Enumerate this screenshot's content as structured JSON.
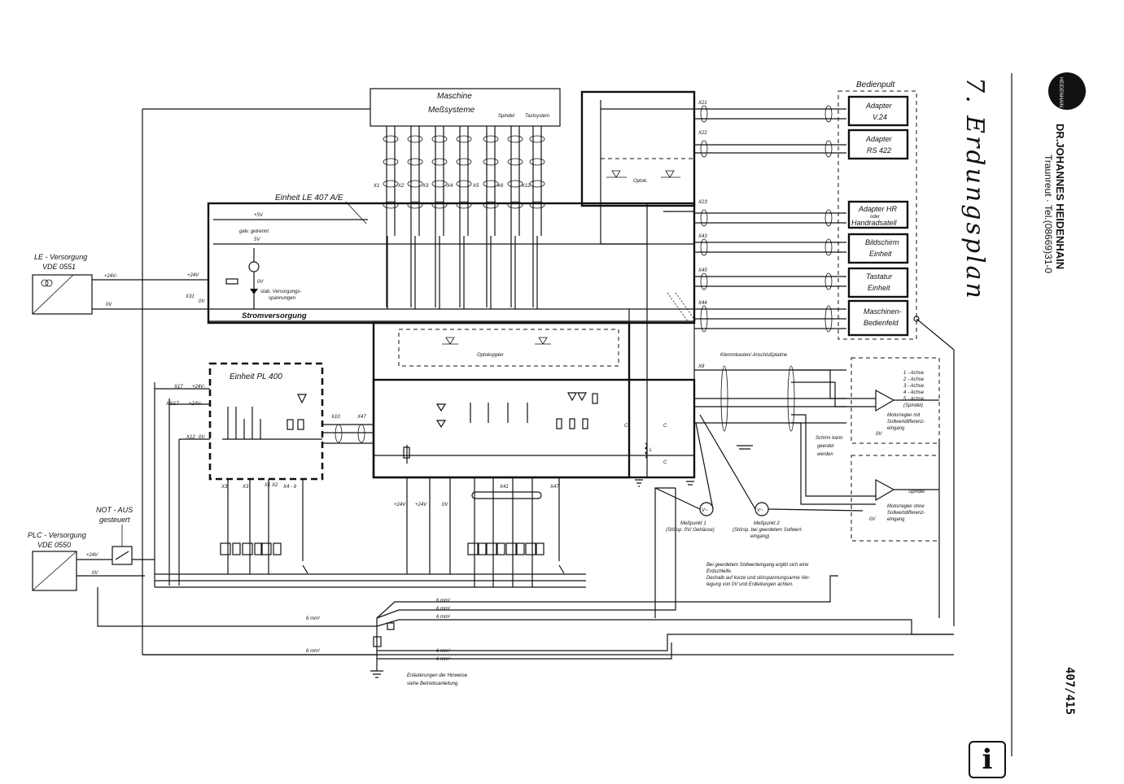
{
  "header": {
    "section_title": "7. Erdungsplan",
    "company": "DR.JOHANNES HEIDENHAIN",
    "address": "Traunreut · Tel.(08669)31-0",
    "logo_text": "HEIDENHAIN",
    "page_number": "407/415"
  },
  "blocks": {
    "machine": "Maschine",
    "measuring_systems": "Meßsysteme",
    "spindle": "Spindel",
    "touch_probe": "Tastsystem",
    "unit_le": "Einheit LE 407 A/E",
    "unit_pl": "Einheit PL 400",
    "power_supply": "Stromversorgung",
    "optocoupler": "Optokoppler",
    "optok": "Optok.",
    "operator_panel": "Bedienpult",
    "plus5v": "+5V",
    "galv": "galv. getrennt",
    "v5": "5V",
    "stab": "stab. Versorgungs-",
    "stab2": "spannungen",
    "terminal": "Klemmkasten/ Anschlußplatine"
  },
  "panel_boxes": [
    {
      "line1": "Adapter",
      "line2": "V.24"
    },
    {
      "line1": "Adapter",
      "line2": "RS 422"
    },
    {
      "line1": "Adapter HR",
      "line2": "oder",
      "line3": "Handradsatell"
    },
    {
      "line1": "Bildschirm",
      "line2": "Einheit"
    },
    {
      "line1": "Tastatur",
      "line2": "Einheit"
    },
    {
      "line1": "Maschinen-",
      "line2": "Bedienfeld"
    }
  ],
  "connectors": {
    "x1": "X1",
    "x2": "X2",
    "x3": "X3",
    "x4": "X4",
    "x5": "X5",
    "x6": "X6",
    "x12": "X12",
    "x21": "X21",
    "x22": "X22",
    "x23": "X23",
    "x43": "X43",
    "x45": "X45",
    "x44": "X44",
    "x8": "X8",
    "x31": "X31",
    "x10": "X10",
    "x47": "X47",
    "x17": "X17",
    "x3_17": "X3/17",
    "x3b": "X3",
    "x1x2": "X1 X2",
    "x4_9": "X4 - 9",
    "x12b": "X12",
    "x41": "X41",
    "x47b": "X47"
  },
  "supplies": {
    "le_title": "LE - Versorgung",
    "le_norm": "VDE 0551",
    "plc_title": "PLC - Versorgung",
    "plc_norm": "VDE 0550",
    "not_aus1": "NOT - AUS",
    "not_aus2": "gesteuert",
    "p24v": "+24V",
    "zero_v": "0V",
    "plus24": "+24V-"
  },
  "axes": {
    "items": [
      "1 - Achse",
      "2 - Achse",
      "3 - Achse",
      "4 - Achse",
      "5 - Achse",
      "(Spindel)"
    ],
    "regler1a": "Motorregler mit",
    "regler1b": "Sollwertdifferenz-",
    "regler1c": "eingang",
    "spindle": "Spindel",
    "regler2a": "Motorregler ohne",
    "regler2b": "Sollwertdifferenz-",
    "regler2c": "eingang",
    "shield1": "Schirm kann",
    "shield2": "geerdet",
    "shield3": "werden"
  },
  "measure_points": {
    "p1_title": "Meßpunkt 1",
    "p1_desc": "(Störsp. 0V/ Gehäuse)",
    "p2_title": "Meßpunkt 2",
    "p2_desc1": "(Störsp. bei geerdetem Sollwert-",
    "p2_desc2": "eingang)"
  },
  "cables": {
    "c1": "6 mm²",
    "c2": "6 mm²",
    "c3": "6 mm²",
    "c4": "6 mm²",
    "c5": "6 mm²",
    "c6": "6 mm²",
    "c7": "6 mm²"
  },
  "notes": {
    "loop1": "Bei geerdetem Sollwerteingang ergibt sich eine",
    "loop2": "Erdschleife.",
    "loop3": "Deshalb auf kurze und störspannungsarme Ver-",
    "loop4": "legung von 0V und Erdleitungen achten.",
    "expl1": "Erläuterungen der Hinweise",
    "expl2": "siehe Betriebsanleitung"
  },
  "info_icon": "i"
}
